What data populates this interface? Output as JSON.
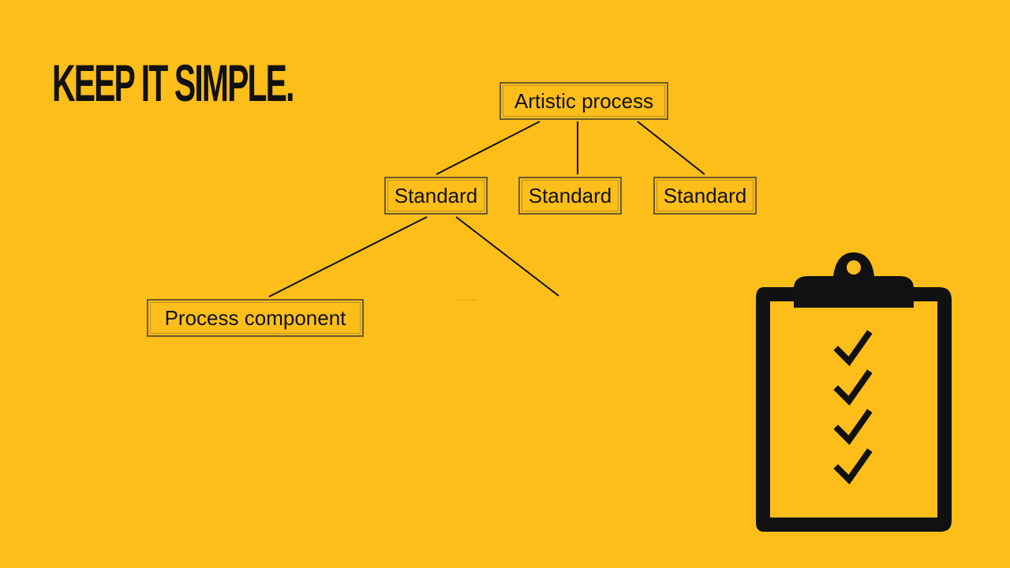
{
  "slide": {
    "headline": "KEEP IT SIMPLE."
  },
  "diagram": {
    "root": "Artistic process",
    "standards": [
      "Standard",
      "Standard",
      "Standard"
    ],
    "component": "Process component"
  },
  "colors": {
    "background": "#FDBE1A",
    "ink": "#111111",
    "box_border": "#6b5a2a"
  },
  "icons": {
    "clipboard": "clipboard-checklist-icon",
    "check_count": 4
  }
}
